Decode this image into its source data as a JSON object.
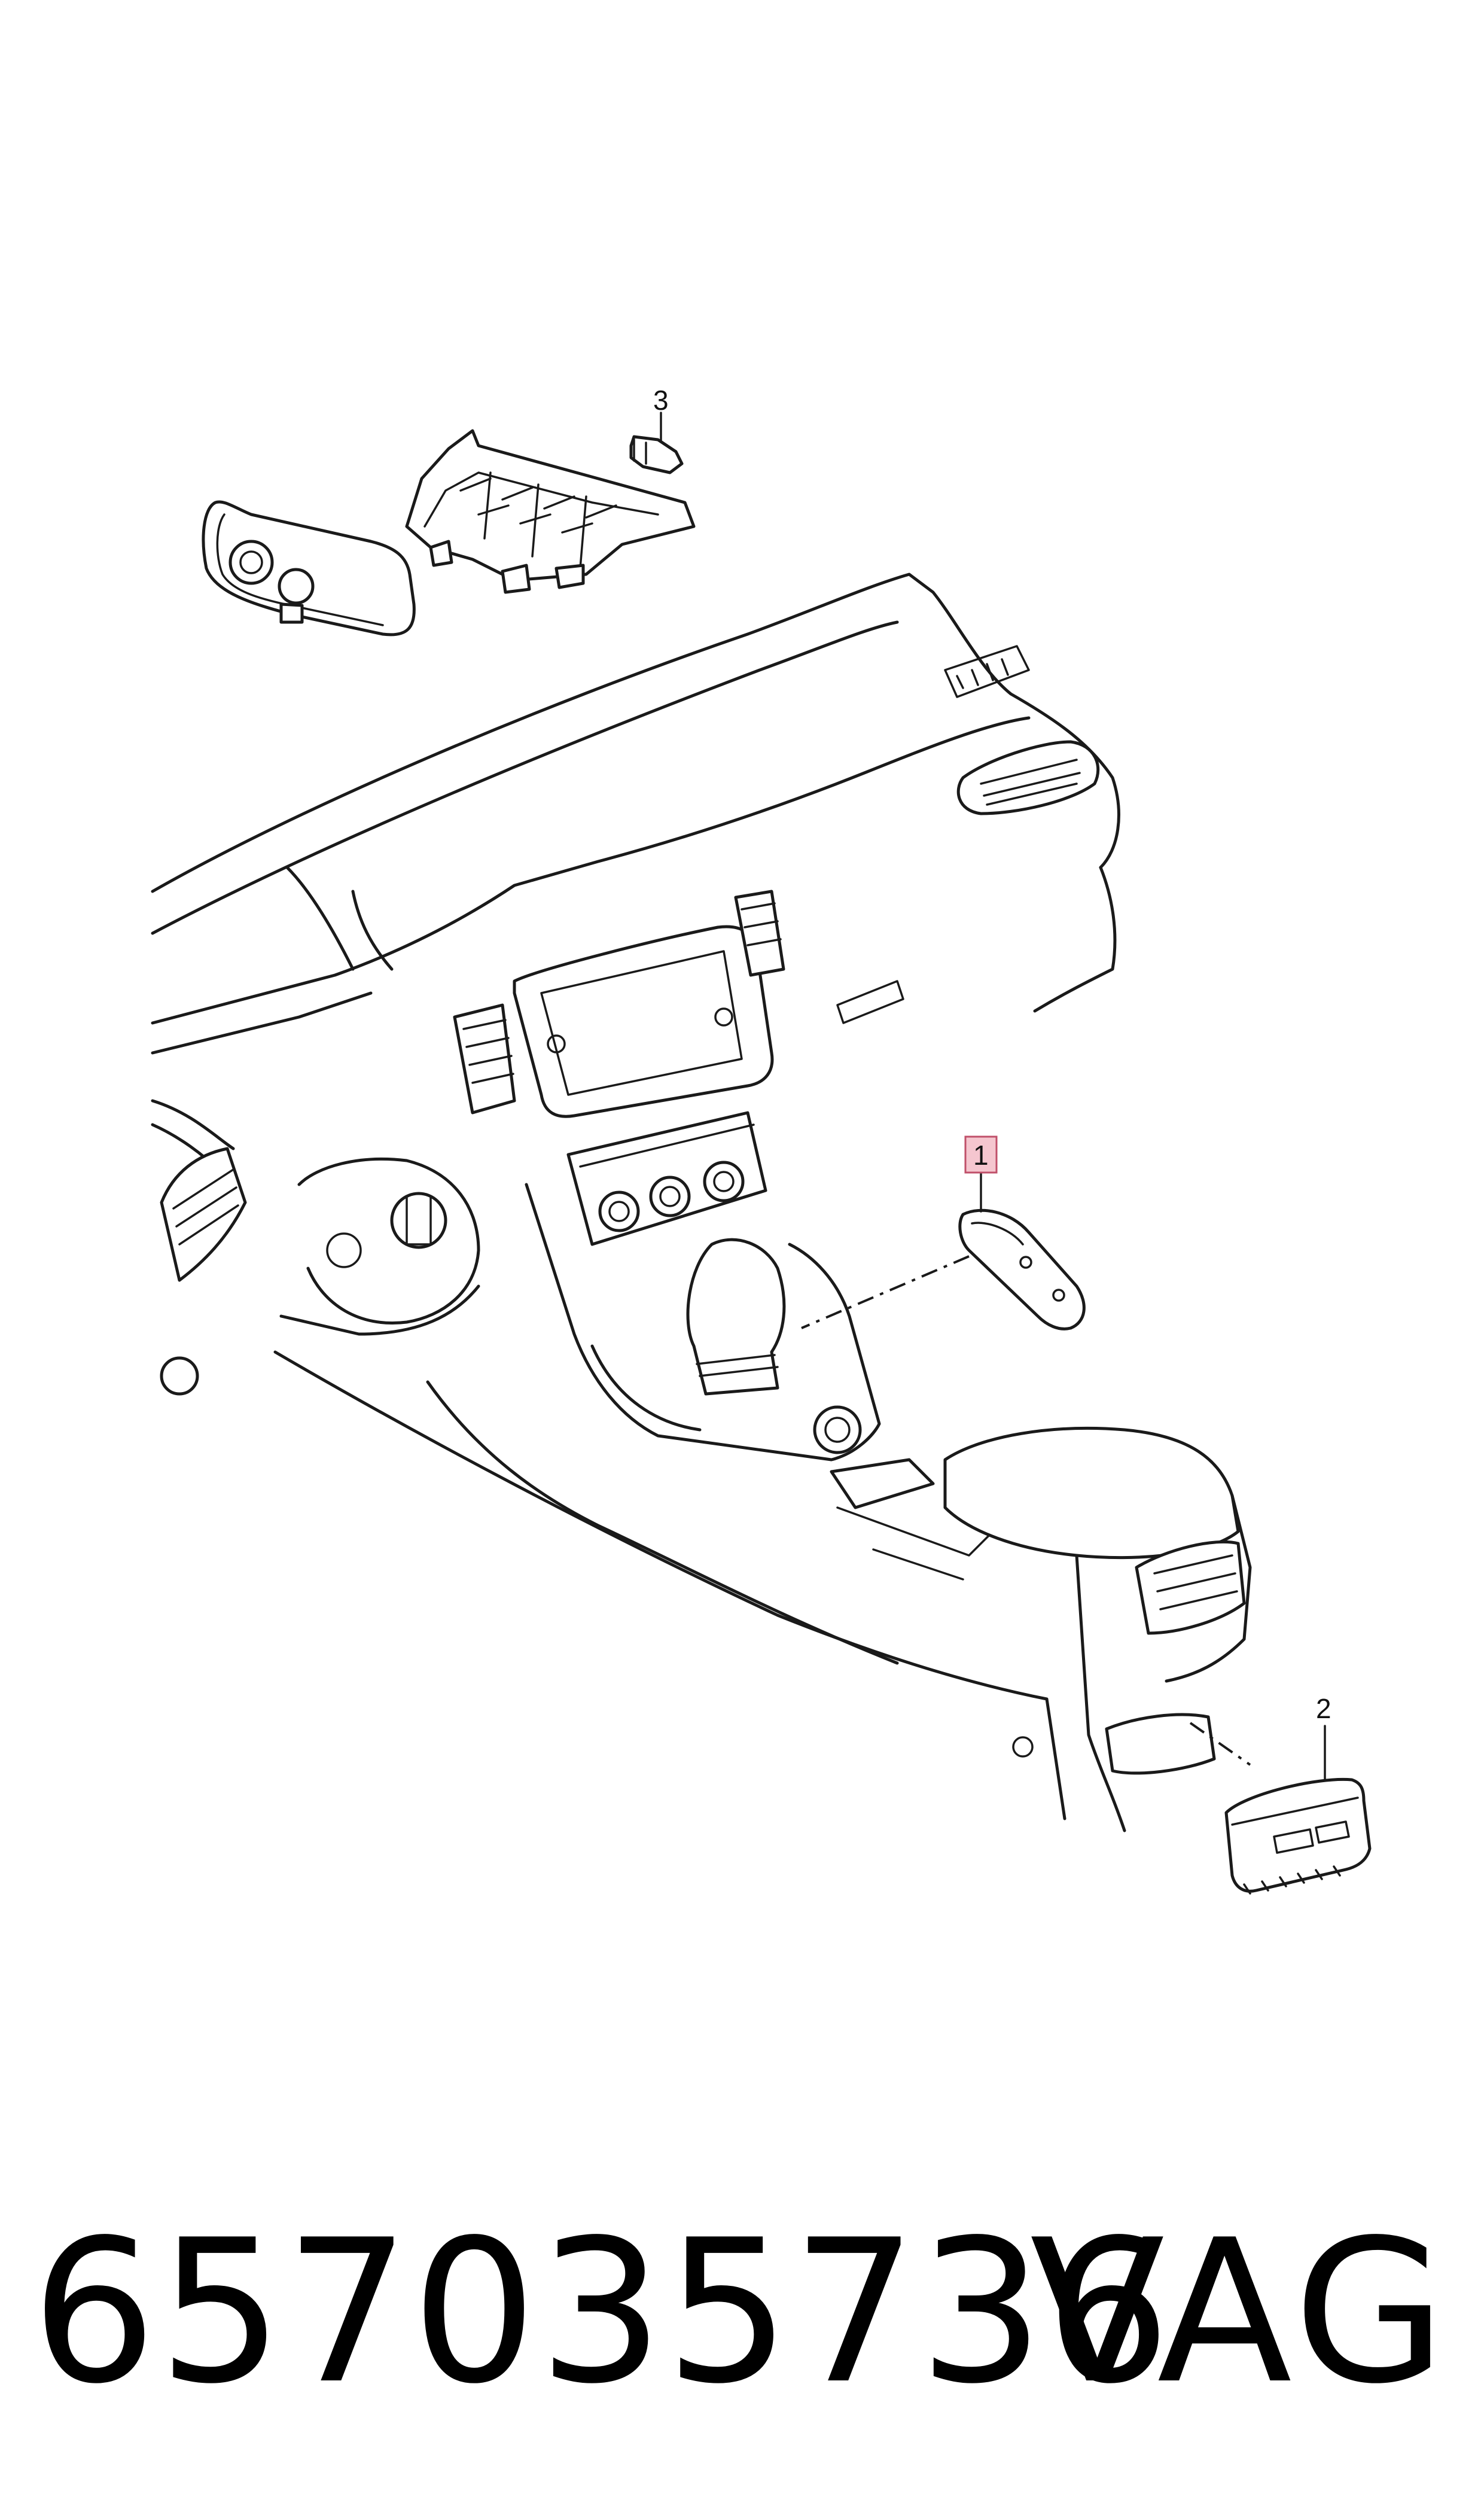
{
  "callouts": {
    "c1": "1",
    "c2": "2",
    "c3": "3"
  },
  "highlight_color": "#f5c6cf",
  "footer": {
    "part_number": "657035736",
    "brand": "VAG"
  }
}
